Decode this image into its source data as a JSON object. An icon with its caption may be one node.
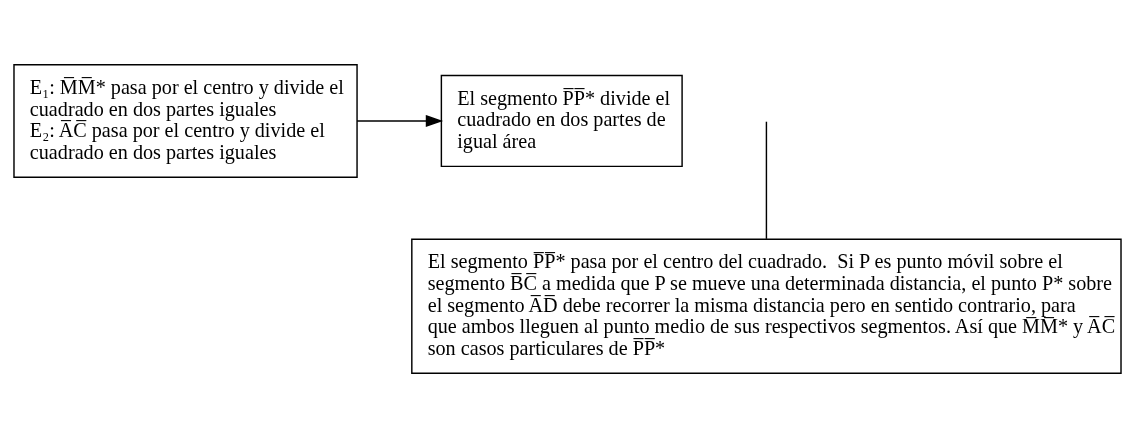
{
  "diagram": {
    "nodes": [
      {
        "text": [
          "E₁: M̅M̅* pasa por el centro y divide el cuadrado en dos partes iguales",
          "E₂: A̅C̅ pasa por el centro y divide el cuadrado en dos partes iguales"
        ]
      },
      {
        "text": [
          "El segmento P̅P̅* divide el cuadrado en dos partes de igual área"
        ]
      },
      {
        "text": [
          "El segmento P̅P̅* pasa por el centro del cuadrado.  Si P es punto móvil sobre el segmento B̅C̅ a medida que P se mueve una determinada distancia, el punto P* sobre el segmento A̅D̅ debe recorrer la misma distancia pero en sentido contrario, para que ambos lleguen al punto medio de sus respectivos segmentos. Así que M̅M̅* y A̅C̅ son casos particulares de P̅P̅*"
        ]
      }
    ],
    "edges": [
      {
        "from": 0,
        "to": 1,
        "arrow": "to"
      },
      {
        "from": 2,
        "to": null,
        "arrow": "none"
      }
    ]
  }
}
